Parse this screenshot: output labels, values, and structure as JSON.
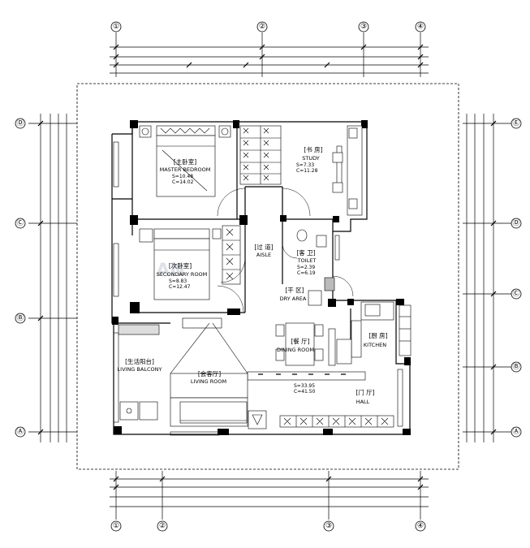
{
  "axes": {
    "top": [
      "①",
      "②",
      "③",
      "④"
    ],
    "bottom": [
      "①",
      "②",
      "③",
      "④"
    ],
    "left": [
      "Ⓓ",
      "Ⓒ",
      "Ⓑ",
      "Ⓐ"
    ],
    "right": [
      "Ⓔ",
      "Ⓓ",
      "Ⓒ",
      "Ⓑ",
      "Ⓐ"
    ]
  },
  "rooms": {
    "master_bedroom": {
      "cn": "[主卧室]",
      "en": "MASTER BEDROOM",
      "s": "S=10.48",
      "c": "C=14.02"
    },
    "study": {
      "cn": "[书 房]",
      "en": "STUDY",
      "s": "S=7.33",
      "c": "C=11.28"
    },
    "aisle": {
      "cn": "[过 道]",
      "en": "AISLE"
    },
    "toilet": {
      "cn": "[客 卫]",
      "en": "TOILET",
      "s": "S=2.39",
      "c": "C=6.19"
    },
    "secondary_room": {
      "cn": "[次卧室]",
      "en": "SECONDARY ROOM",
      "s": "S=8.83",
      "c": "C=12.47"
    },
    "dry_area": {
      "cn": "[干 区]",
      "en": "DRY AREA"
    },
    "dining_room": {
      "cn": "[餐 厅]",
      "en": "DINING ROOM"
    },
    "kitchen": {
      "cn": "[厨 房]",
      "en": "KITCHEN"
    },
    "living_balcony": {
      "cn": "[生活阳台]",
      "en": "LIVING BALCONY"
    },
    "living_room": {
      "cn": "[会客厅]",
      "en": "LIVING ROOM",
      "s": "S=33.95",
      "c": "C=41.50"
    },
    "hall": {
      "cn": "[门 厅]",
      "en": "HALL"
    }
  },
  "watermark": "AN"
}
